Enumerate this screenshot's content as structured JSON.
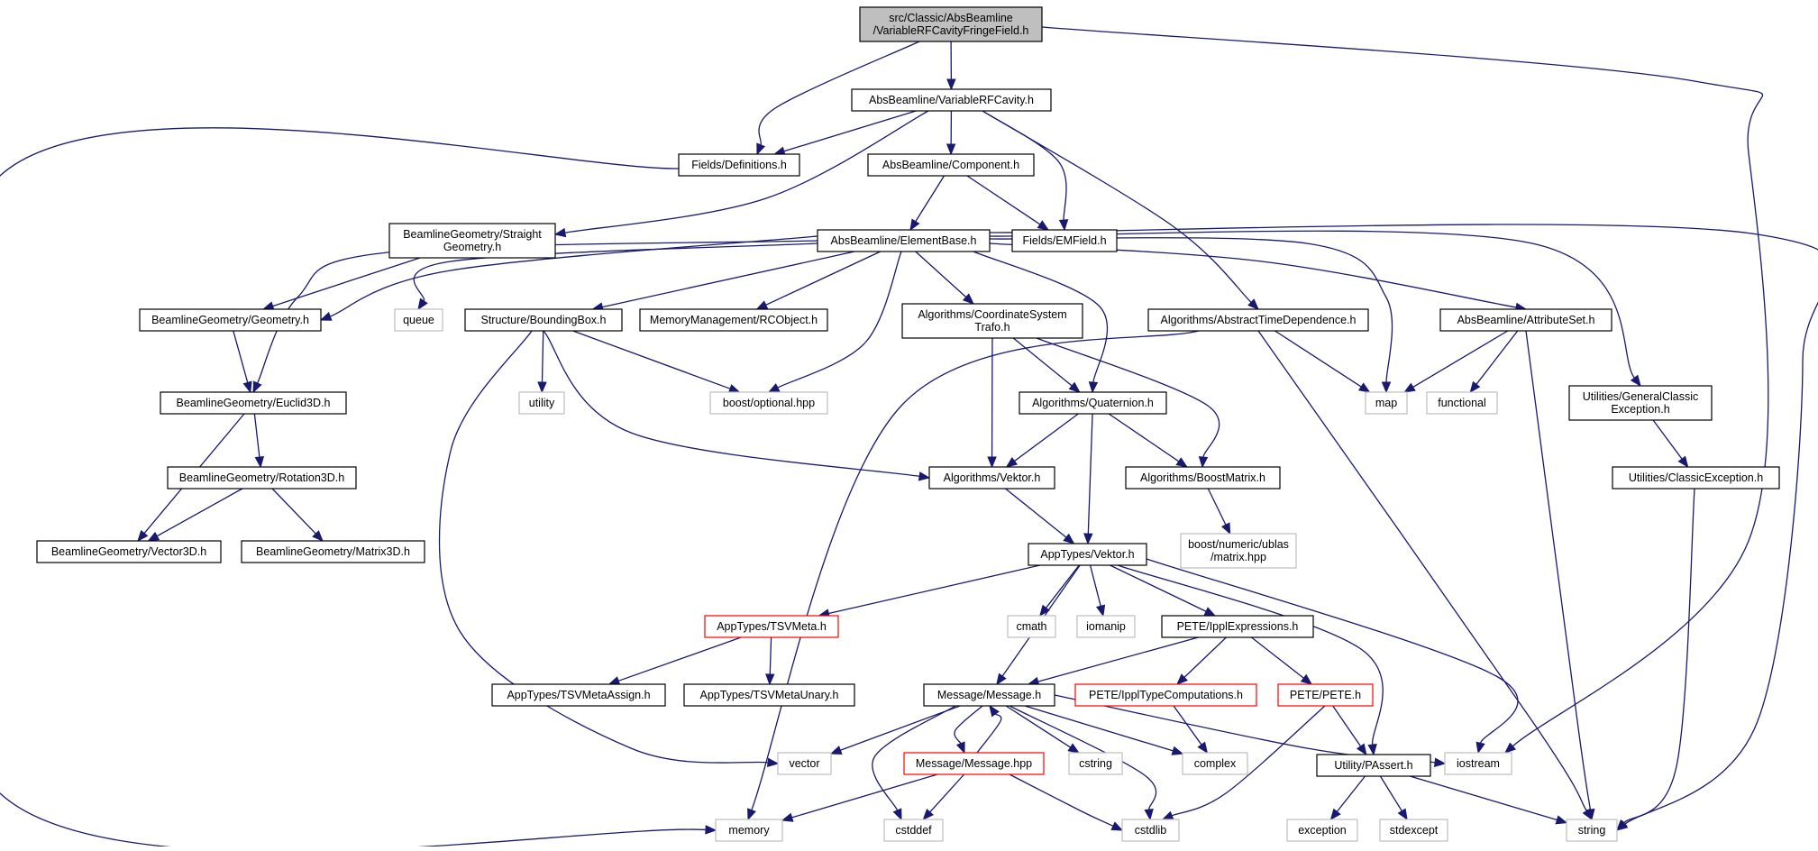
{
  "colors": {
    "edge": "#191970",
    "text": "#000000",
    "border_normal": "#000000",
    "border_external": "#bfbfbf",
    "border_truncated": "#ff0000",
    "fill_root": "#bfbfbf",
    "fill_normal": "#ffffff"
  },
  "nodes": [
    {
      "id": "root",
      "lines": [
        "src/Classic/AbsBeamline",
        "/VariableRFCavityFringeField.h"
      ],
      "kind": "root"
    },
    {
      "id": "varrf",
      "lines": [
        "AbsBeamline/VariableRFCavity.h"
      ],
      "kind": "normal"
    },
    {
      "id": "defs",
      "lines": [
        "Fields/Definitions.h"
      ],
      "kind": "normal"
    },
    {
      "id": "comp",
      "lines": [
        "AbsBeamline/Component.h"
      ],
      "kind": "normal"
    },
    {
      "id": "straight",
      "lines": [
        "BeamlineGeometry/Straight",
        "Geometry.h"
      ],
      "kind": "normal"
    },
    {
      "id": "elembase",
      "lines": [
        "AbsBeamline/ElementBase.h"
      ],
      "kind": "normal"
    },
    {
      "id": "emfield",
      "lines": [
        "Fields/EMField.h"
      ],
      "kind": "normal"
    },
    {
      "id": "geometry",
      "lines": [
        "BeamlineGeometry/Geometry.h"
      ],
      "kind": "normal"
    },
    {
      "id": "queue",
      "lines": [
        "queue"
      ],
      "kind": "external"
    },
    {
      "id": "bbox",
      "lines": [
        "Structure/BoundingBox.h"
      ],
      "kind": "normal"
    },
    {
      "id": "rcobj",
      "lines": [
        "MemoryManagement/RCObject.h"
      ],
      "kind": "normal"
    },
    {
      "id": "coordtrafo",
      "lines": [
        "Algorithms/CoordinateSystem",
        "Trafo.h"
      ],
      "kind": "normal"
    },
    {
      "id": "abstd",
      "lines": [
        "Algorithms/AbstractTimeDependence.h"
      ],
      "kind": "normal"
    },
    {
      "id": "attrset",
      "lines": [
        "AbsBeamline/AttributeSet.h"
      ],
      "kind": "normal"
    },
    {
      "id": "euclid",
      "lines": [
        "BeamlineGeometry/Euclid3D.h"
      ],
      "kind": "normal"
    },
    {
      "id": "utility",
      "lines": [
        "utility"
      ],
      "kind": "external"
    },
    {
      "id": "optional",
      "lines": [
        "boost/optional.hpp"
      ],
      "kind": "external"
    },
    {
      "id": "quat",
      "lines": [
        "Algorithms/Quaternion.h"
      ],
      "kind": "normal"
    },
    {
      "id": "map",
      "lines": [
        "map"
      ],
      "kind": "external"
    },
    {
      "id": "functional",
      "lines": [
        "functional"
      ],
      "kind": "external"
    },
    {
      "id": "gce",
      "lines": [
        "Utilities/GeneralClassic",
        "Exception.h"
      ],
      "kind": "normal"
    },
    {
      "id": "rot3d",
      "lines": [
        "BeamlineGeometry/Rotation3D.h"
      ],
      "kind": "normal"
    },
    {
      "id": "algvektor",
      "lines": [
        "Algorithms/Vektor.h"
      ],
      "kind": "normal"
    },
    {
      "id": "bmatrix",
      "lines": [
        "Algorithms/BoostMatrix.h"
      ],
      "kind": "normal"
    },
    {
      "id": "ce",
      "lines": [
        "Utilities/ClassicException.h"
      ],
      "kind": "normal"
    },
    {
      "id": "vec3d",
      "lines": [
        "BeamlineGeometry/Vector3D.h"
      ],
      "kind": "normal"
    },
    {
      "id": "mat3d",
      "lines": [
        "BeamlineGeometry/Matrix3D.h"
      ],
      "kind": "normal"
    },
    {
      "id": "ublas",
      "lines": [
        "boost/numeric/ublas",
        "/matrix.hpp"
      ],
      "kind": "external"
    },
    {
      "id": "appvektor",
      "lines": [
        "AppTypes/Vektor.h"
      ],
      "kind": "normal"
    },
    {
      "id": "tsvmeta",
      "lines": [
        "AppTypes/TSVMeta.h"
      ],
      "kind": "truncated"
    },
    {
      "id": "cmath",
      "lines": [
        "cmath"
      ],
      "kind": "external"
    },
    {
      "id": "iomanip",
      "lines": [
        "iomanip"
      ],
      "kind": "external"
    },
    {
      "id": "ipplexpr",
      "lines": [
        "PETE/IpplExpressions.h"
      ],
      "kind": "normal"
    },
    {
      "id": "tsvassign",
      "lines": [
        "AppTypes/TSVMetaAssign.h"
      ],
      "kind": "normal"
    },
    {
      "id": "tsvunary",
      "lines": [
        "AppTypes/TSVMetaUnary.h"
      ],
      "kind": "normal"
    },
    {
      "id": "msgh",
      "lines": [
        "Message/Message.h"
      ],
      "kind": "normal"
    },
    {
      "id": "ippltype",
      "lines": [
        "PETE/IpplTypeComputations.h"
      ],
      "kind": "truncated"
    },
    {
      "id": "peteh",
      "lines": [
        "PETE/PETE.h"
      ],
      "kind": "truncated"
    },
    {
      "id": "vector",
      "lines": [
        "vector"
      ],
      "kind": "external"
    },
    {
      "id": "msghpp",
      "lines": [
        "Message/Message.hpp"
      ],
      "kind": "truncated"
    },
    {
      "id": "cstring",
      "lines": [
        "cstring"
      ],
      "kind": "external"
    },
    {
      "id": "complex",
      "lines": [
        "complex"
      ],
      "kind": "external"
    },
    {
      "id": "iostream",
      "lines": [
        "iostream"
      ],
      "kind": "external"
    },
    {
      "id": "passert",
      "lines": [
        "Utility/PAssert.h"
      ],
      "kind": "normal"
    },
    {
      "id": "memory",
      "lines": [
        "memory"
      ],
      "kind": "external"
    },
    {
      "id": "cstddef",
      "lines": [
        "cstddef"
      ],
      "kind": "external"
    },
    {
      "id": "cstdlib",
      "lines": [
        "cstdlib"
      ],
      "kind": "external"
    },
    {
      "id": "exception",
      "lines": [
        "exception"
      ],
      "kind": "external"
    },
    {
      "id": "stdexcept",
      "lines": [
        "stdexcept"
      ],
      "kind": "external"
    },
    {
      "id": "string",
      "lines": [
        "string"
      ],
      "kind": "external"
    }
  ],
  "edges": [
    [
      "root",
      "varrf"
    ],
    [
      "root",
      "defs"
    ],
    [
      "root",
      "iostream"
    ],
    [
      "varrf",
      "defs"
    ],
    [
      "varrf",
      "comp"
    ],
    [
      "varrf",
      "straight"
    ],
    [
      "varrf",
      "emfield"
    ],
    [
      "varrf",
      "abstd"
    ],
    [
      "defs",
      "memory"
    ],
    [
      "comp",
      "elembase"
    ],
    [
      "comp",
      "emfield"
    ],
    [
      "straight",
      "geometry"
    ],
    [
      "elembase",
      "geometry"
    ],
    [
      "elembase",
      "euclid"
    ],
    [
      "elembase",
      "queue"
    ],
    [
      "elembase",
      "bbox"
    ],
    [
      "elembase",
      "rcobj"
    ],
    [
      "elembase",
      "optional"
    ],
    [
      "elembase",
      "coordtrafo"
    ],
    [
      "elembase",
      "quat"
    ],
    [
      "elembase",
      "map"
    ],
    [
      "elembase",
      "attrset"
    ],
    [
      "elembase",
      "gce"
    ],
    [
      "elembase",
      "string"
    ],
    [
      "geometry",
      "euclid"
    ],
    [
      "bbox",
      "utility"
    ],
    [
      "bbox",
      "optional"
    ],
    [
      "bbox",
      "algvektor"
    ],
    [
      "bbox",
      "vector"
    ],
    [
      "coordtrafo",
      "algvektor"
    ],
    [
      "coordtrafo",
      "quat"
    ],
    [
      "coordtrafo",
      "bmatrix"
    ],
    [
      "abstd",
      "map"
    ],
    [
      "abstd",
      "memory"
    ],
    [
      "abstd",
      "string"
    ],
    [
      "attrset",
      "map"
    ],
    [
      "attrset",
      "functional"
    ],
    [
      "attrset",
      "string"
    ],
    [
      "euclid",
      "rot3d"
    ],
    [
      "euclid",
      "vec3d"
    ],
    [
      "quat",
      "algvektor"
    ],
    [
      "quat",
      "bmatrix"
    ],
    [
      "quat",
      "appvektor"
    ],
    [
      "gce",
      "ce"
    ],
    [
      "ce",
      "string"
    ],
    [
      "rot3d",
      "vec3d"
    ],
    [
      "rot3d",
      "mat3d"
    ],
    [
      "algvektor",
      "appvektor"
    ],
    [
      "bmatrix",
      "ublas"
    ],
    [
      "appvektor",
      "tsvmeta"
    ],
    [
      "appvektor",
      "msgh"
    ],
    [
      "appvektor",
      "cmath"
    ],
    [
      "appvektor",
      "iomanip"
    ],
    [
      "appvektor",
      "ipplexpr"
    ],
    [
      "appvektor",
      "passert"
    ],
    [
      "appvektor",
      "iostream"
    ],
    [
      "tsvmeta",
      "tsvassign"
    ],
    [
      "tsvmeta",
      "tsvunary"
    ],
    [
      "ipplexpr",
      "msgh"
    ],
    [
      "ipplexpr",
      "ippltype"
    ],
    [
      "ipplexpr",
      "peteh"
    ],
    [
      "msgh",
      "msghpp"
    ],
    [
      "msgh",
      "vector"
    ],
    [
      "msgh",
      "cstddef"
    ],
    [
      "msgh",
      "cstring"
    ],
    [
      "msgh",
      "complex"
    ],
    [
      "msgh",
      "cstdlib"
    ],
    [
      "msgh",
      "iostream"
    ],
    [
      "msghpp",
      "msgh"
    ],
    [
      "msghpp",
      "memory"
    ],
    [
      "msghpp",
      "cstddef"
    ],
    [
      "msghpp",
      "cstdlib"
    ],
    [
      "ippltype",
      "complex"
    ],
    [
      "peteh",
      "passert"
    ],
    [
      "peteh",
      "cstdlib"
    ],
    [
      "passert",
      "exception"
    ],
    [
      "passert",
      "stdexcept"
    ],
    [
      "passert",
      "string"
    ]
  ]
}
